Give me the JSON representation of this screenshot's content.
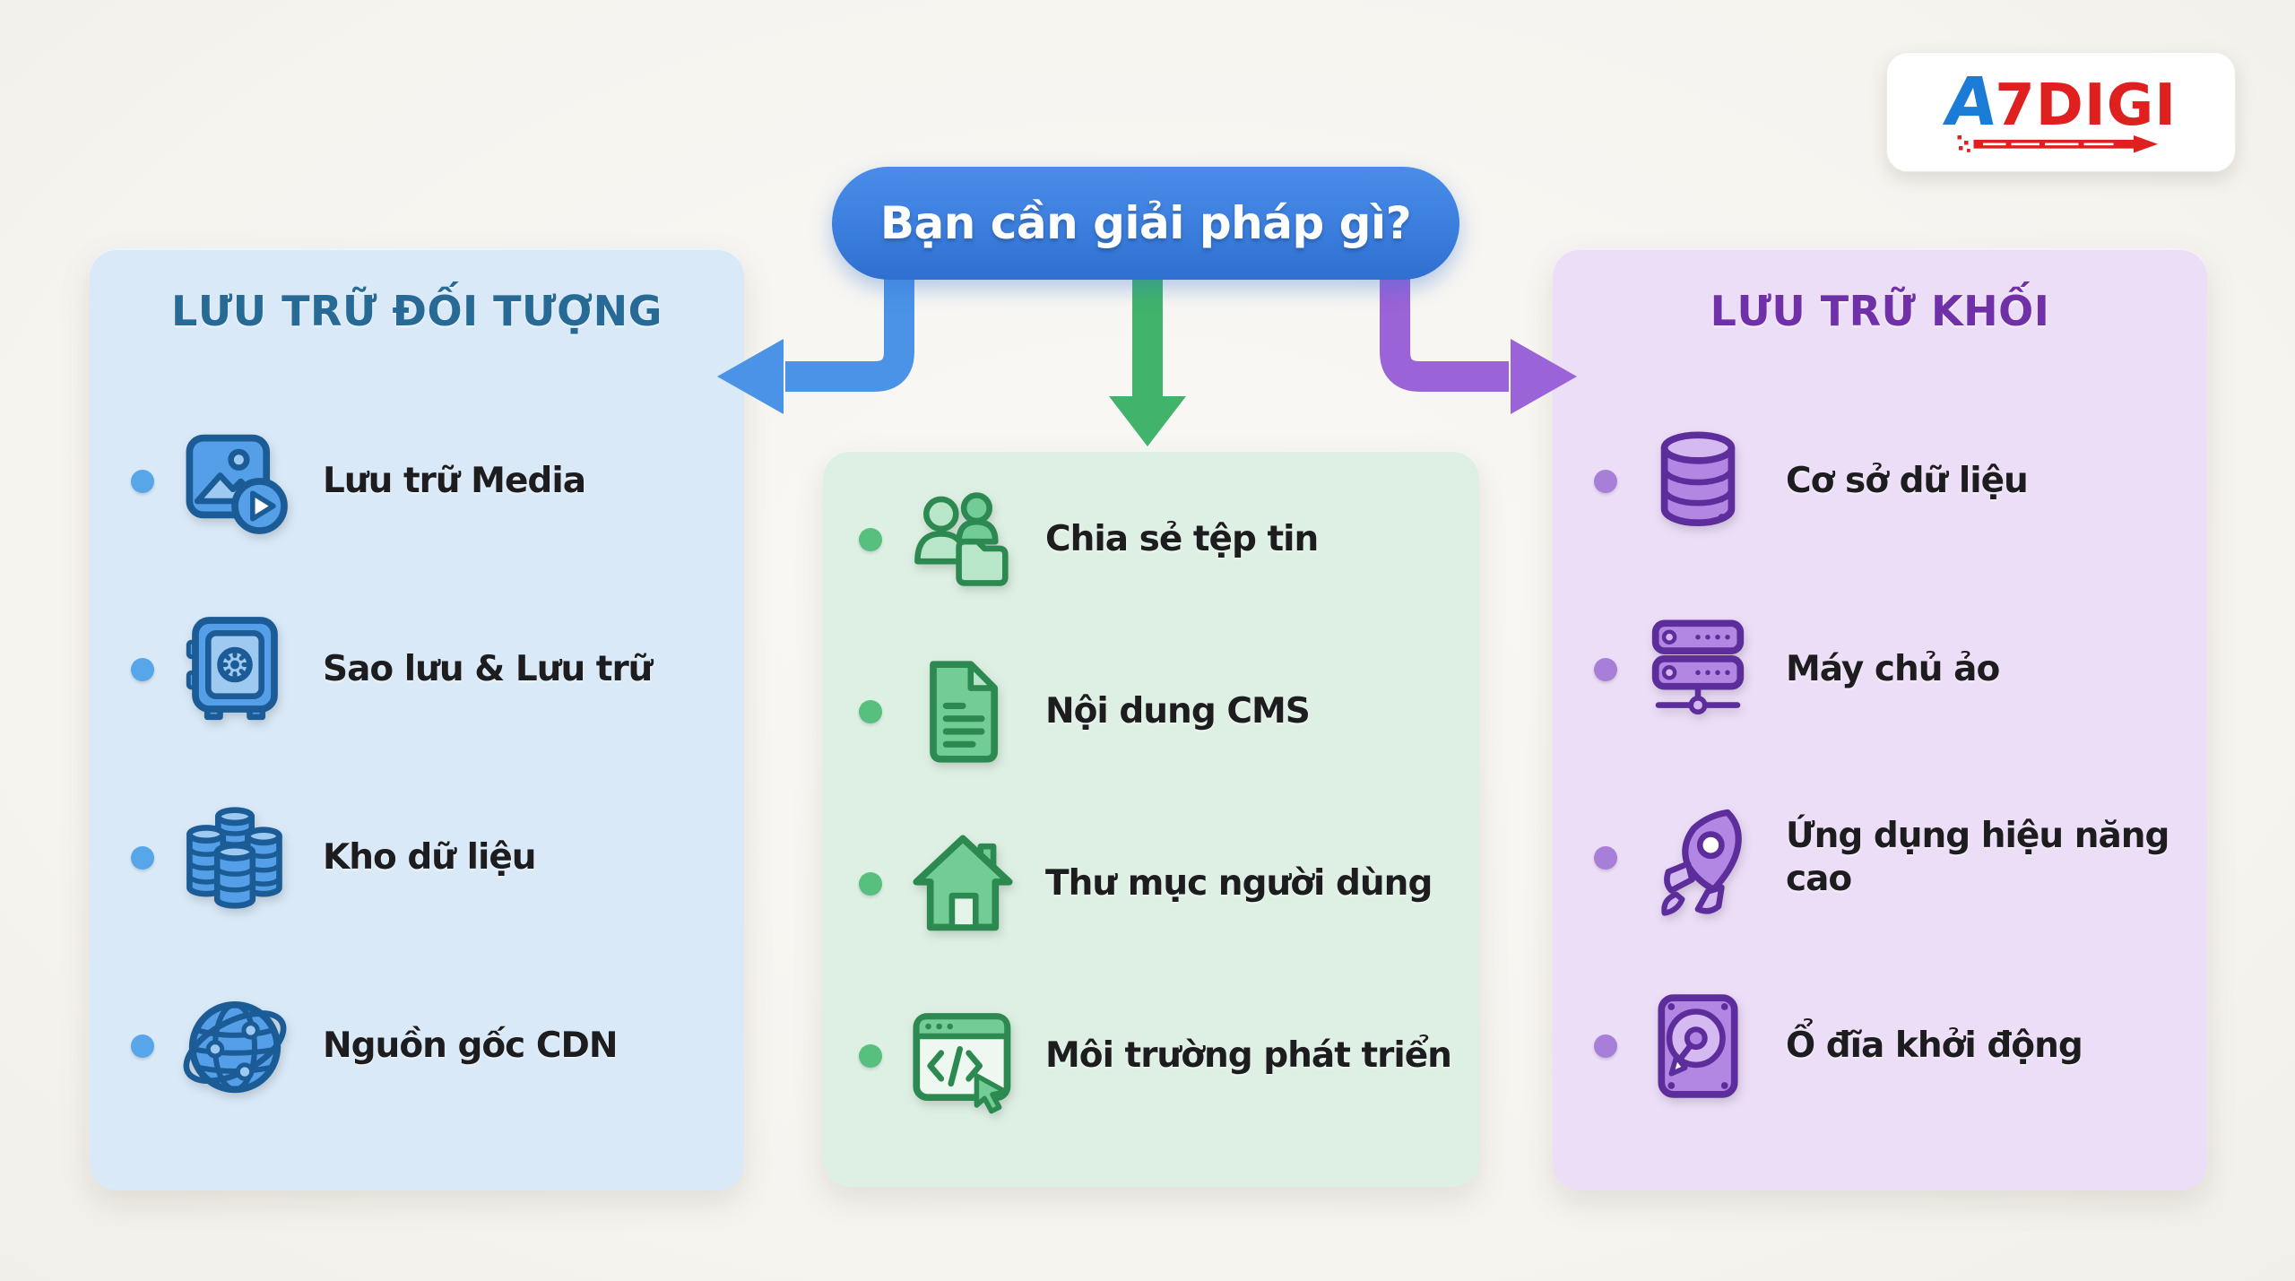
{
  "question": {
    "label": "Bạn cần giải pháp gì?"
  },
  "logo": {
    "part_blue": "A",
    "part_red": "7DIGI"
  },
  "columns": {
    "object_storage": {
      "header": "LƯU TRỮ ĐỐI TƯỢNG",
      "bullet": "#58a6ea",
      "icon_colors": {
        "fill": "#549fe7",
        "light": "#9ec9f1",
        "stroke": "#1b5c97"
      },
      "items": [
        {
          "icon": "media-icon",
          "label": "Lưu trữ Media"
        },
        {
          "icon": "safe-icon",
          "label": "Sao lưu & Lưu trữ"
        },
        {
          "icon": "datastore-icon",
          "label": "Kho dữ liệu"
        },
        {
          "icon": "globe-icon",
          "label": "Nguồn gốc CDN"
        }
      ]
    },
    "shared_solutions": {
      "header": "",
      "bullet": "#58c07e",
      "icon_colors": {
        "fill": "#72cc95",
        "light": "#b7e6c8",
        "stroke": "#2c8a50"
      },
      "items": [
        {
          "icon": "file-share-icon",
          "label": "Chia sẻ tệp tin"
        },
        {
          "icon": "document-icon",
          "label": "Nội dung CMS"
        },
        {
          "icon": "home-icon",
          "label": "Thư mục người dùng"
        },
        {
          "icon": "dev-window-icon",
          "label": "Môi trường phát triển"
        }
      ]
    },
    "block_storage": {
      "header": "LƯU TRỮ KHỐI",
      "bullet": "#a77fd8",
      "icon_colors": {
        "fill": "#b287e3",
        "light": "#d5baf1",
        "stroke": "#5d2d9c"
      },
      "items": [
        {
          "icon": "database-icon",
          "label": "Cơ sở dữ liệu"
        },
        {
          "icon": "server-icon",
          "label": "Máy chủ ảo"
        },
        {
          "icon": "rocket-icon",
          "label": "Ứng dụng hiệu năng cao"
        },
        {
          "icon": "disk-icon",
          "label": "Ổ đĩa khởi động"
        }
      ]
    }
  },
  "colors": {
    "pill_blue": "#3b7ede",
    "arrow_blue": "#4b93e6",
    "arrow_green": "#41b36a",
    "arrow_purple": "#9b63d8",
    "panel_blue": "#d9e9f7",
    "panel_green": "#def0e4",
    "panel_purple": "#ecdef7",
    "header_blue": "#266a95",
    "header_purple": "#7030a8",
    "text_dark": "#1d1d20",
    "logo_blue": "#1a7cd6",
    "logo_red": "#e01f1f"
  }
}
